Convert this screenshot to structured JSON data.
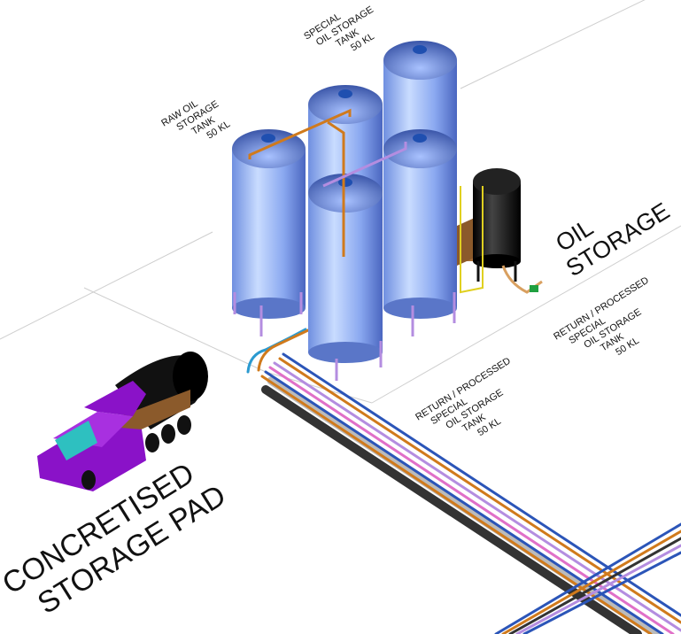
{
  "labels": {
    "raw_tank": [
      "RAW OIL",
      "STORAGE",
      "TANK",
      "50 KL"
    ],
    "special_tank": [
      "SPECIAL",
      "OIL STORAGE",
      "TANK",
      "50 KL"
    ],
    "return_tank_1": [
      "RETURN / PROCESSED",
      "SPECIAL",
      "OIL STORAGE",
      "TANK",
      "50 KL"
    ],
    "return_tank_2": [
      "RETURN / PROCESSED",
      "SPECIAL",
      "OIL STORAGE",
      "TANK",
      "50 KL"
    ],
    "oil_storage": [
      "OIL",
      "STORAGE"
    ],
    "pad": [
      "CONCRETISED",
      "STORAGE PAD"
    ]
  },
  "colors": {
    "tank": "#8fb0f5",
    "black_tank": "#111111",
    "truck": "#8a12c8",
    "pipe_orange": "#d07a1c",
    "pipe_purple": "#b48de0",
    "pipe_blue": "#2b55b8",
    "pipe_pink": "#e070c8"
  }
}
